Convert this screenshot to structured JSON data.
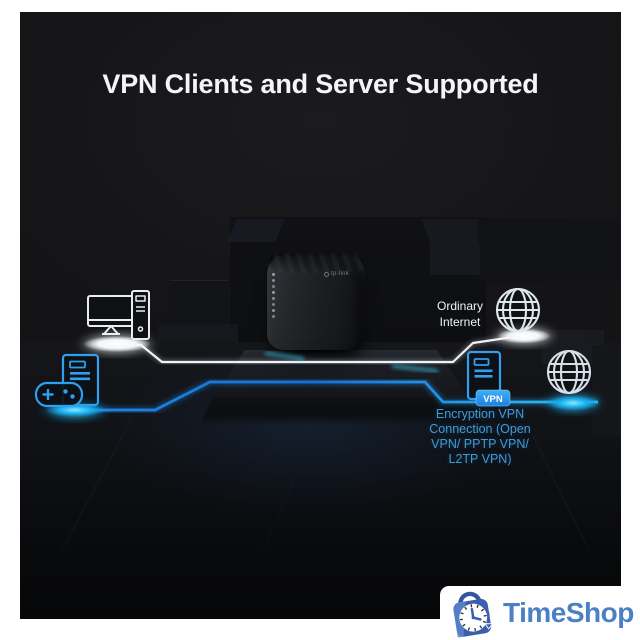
{
  "title": "VPN Clients and Server Supported",
  "diagram": {
    "labels": {
      "ordinary_internet": "Ordinary\nInternet",
      "encryption_vpn": "Encryption VPN\nConnection (Open\nVPN/ PPTP VPN/\nL2TP VPN)",
      "vpn_badge": "VPN"
    },
    "router_brand": "tp-link",
    "icons": [
      "desktop-computer-icon",
      "gaming-pc-gamepad-icon",
      "globe-icon",
      "globe-icon",
      "vpn-server-icon"
    ],
    "colors": {
      "canvas_bg": "#151517",
      "title_text": "#f4f5f7",
      "accent_blue": "#2f9fee",
      "glow_cyan": "#2cc4f8",
      "line_white": "#eef2f7",
      "encryption_text_blue": "#3f9bd5",
      "vpn_badge_bg": "#2496f0"
    }
  },
  "watermark": {
    "text": "TimeShop",
    "color": "#4b80c4"
  }
}
